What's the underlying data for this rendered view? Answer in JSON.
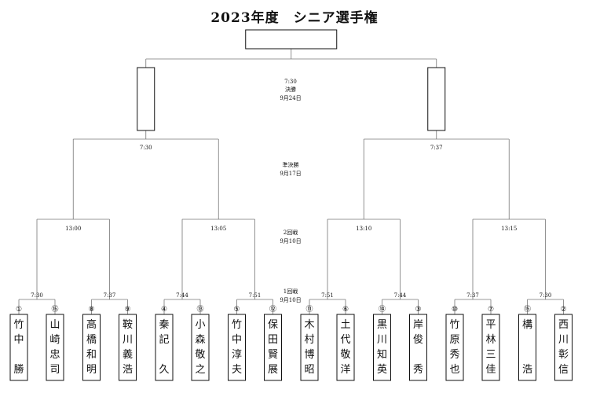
{
  "title": "2023年度　シニア選手権",
  "rounds": [
    {
      "name": "1回戦",
      "date": "9月10日"
    },
    {
      "name": "2回戦",
      "date": "9月10日"
    },
    {
      "name": "準決勝",
      "date": "9月17日"
    },
    {
      "name": "決勝",
      "date": "9月24日",
      "time": "7:30"
    }
  ],
  "players": [
    {
      "seed": "①",
      "name": "竹中勝"
    },
    {
      "seed": "⑯",
      "name": "山崎忠司"
    },
    {
      "seed": "⑧",
      "name": "高橋和明"
    },
    {
      "seed": "⑨",
      "name": "鞍川義浩"
    },
    {
      "seed": "④",
      "name": "秦記久"
    },
    {
      "seed": "⑬",
      "name": "小森敬之"
    },
    {
      "seed": "⑤",
      "name": "竹中淳夫"
    },
    {
      "seed": "⑫",
      "name": "保田賢展"
    },
    {
      "seed": "⑪",
      "name": "木村博昭"
    },
    {
      "seed": "⑥",
      "name": "土代敬洋"
    },
    {
      "seed": "⑭",
      "name": "黒川知英"
    },
    {
      "seed": "③",
      "name": "岸俊秀"
    },
    {
      "seed": "⑩",
      "name": "竹原秀也"
    },
    {
      "seed": "⑦",
      "name": "平林三佳"
    },
    {
      "seed": "⑮",
      "name": "構浩"
    },
    {
      "seed": "②",
      "name": "西川彰信"
    }
  ],
  "r1_times": [
    "7:30",
    "7:37",
    "7:44",
    "7:51",
    "7:51",
    "7:44",
    "7:37",
    "7:30"
  ],
  "r2_times": [
    "13:00",
    "13:05",
    "13:10",
    "13:15"
  ],
  "sf_times": [
    "7:30",
    "7:37"
  ]
}
